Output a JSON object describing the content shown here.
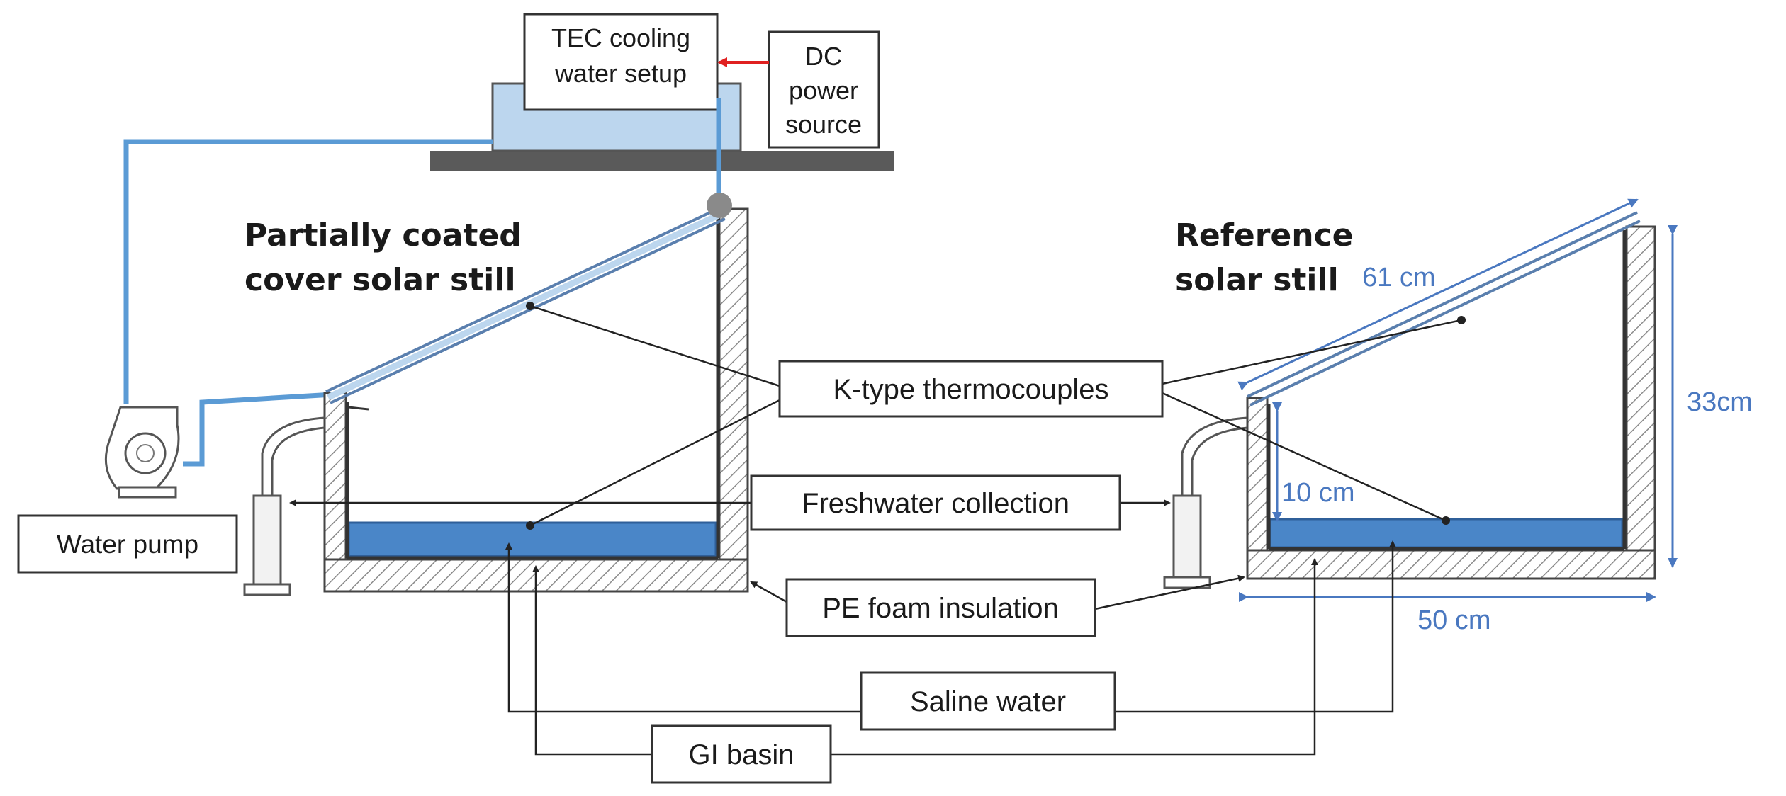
{
  "labels": {
    "tec": [
      "TEC cooling",
      "water setup"
    ],
    "dc": [
      "DC",
      "power",
      "source"
    ],
    "partial_title": [
      "Partially coated",
      "cover solar still"
    ],
    "reference_title": [
      "Reference",
      "solar still"
    ],
    "thermocouples": "K-type thermocouples",
    "freshwater": "Freshwater  collection",
    "water_pump": "Water pump",
    "pe_foam": "PE foam insulation",
    "saline": "Saline water",
    "gi_basin": "GI basin"
  },
  "dimensions": {
    "cover_length": "61 cm",
    "height": "33cm",
    "front_height": "10 cm",
    "width": "50 cm"
  },
  "colors": {
    "water": "#4a86c8",
    "pipe": "#5b9bd5",
    "tank": "#bcd6ee",
    "dimension": "#4a78c0",
    "power_arrow": "#e02020"
  }
}
